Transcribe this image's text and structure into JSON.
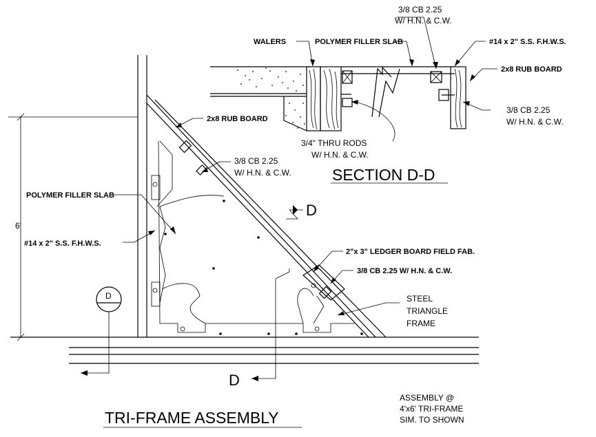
{
  "titles": {
    "section": "SECTION D-D",
    "assembly": "TRI-FRAME ASSEMBLY"
  },
  "section_labels": {
    "walers": "WALERS",
    "polymer_filler_slab": "POLYMER FILLER SLAB",
    "cb_top_line1": "3/8 CB 2.25",
    "cb_top_line2": "W/ H.N. & C.W.",
    "screw": "#14 x 2\" S.S. F.H.W.S.",
    "rub_board": "2x8 RUB BOARD",
    "cb_right_line1": "3/8 CB 2.25",
    "cb_right_line2": "W/ H.N. & C.W.",
    "thru_rods_line1": "3/4\" THRU RODS",
    "thru_rods_line2": "W/ H.N. & C.W."
  },
  "assembly_labels": {
    "rub_board": "2x8 RUB BOARD",
    "cb_line1": "3/8 CB 2.25",
    "cb_line2": "W/ H.N. & C.W.",
    "polymer_filler_slab": "POLYMER FILLER SLAB",
    "screw": "#14 x 2\" S.S. F.H.W.S.",
    "height_dim": "6'",
    "ledger": "2\"x 3\" LEDGER BOARD FIELD FAB.",
    "cb_ledger": "3/8 CB 2.25 W/ H.N. & C.W.",
    "steel_line1": "STEEL",
    "steel_line2": "TRIANGLE",
    "steel_line3": "FRAME",
    "cut_mark_upper": "D",
    "cut_mark_lower": "D",
    "section_bubble": "D"
  },
  "notes": {
    "line1": "ASSEMBLY @",
    "line2": "4'x6' TRI-FRAME",
    "line3": "SIM. TO SHOWN"
  }
}
